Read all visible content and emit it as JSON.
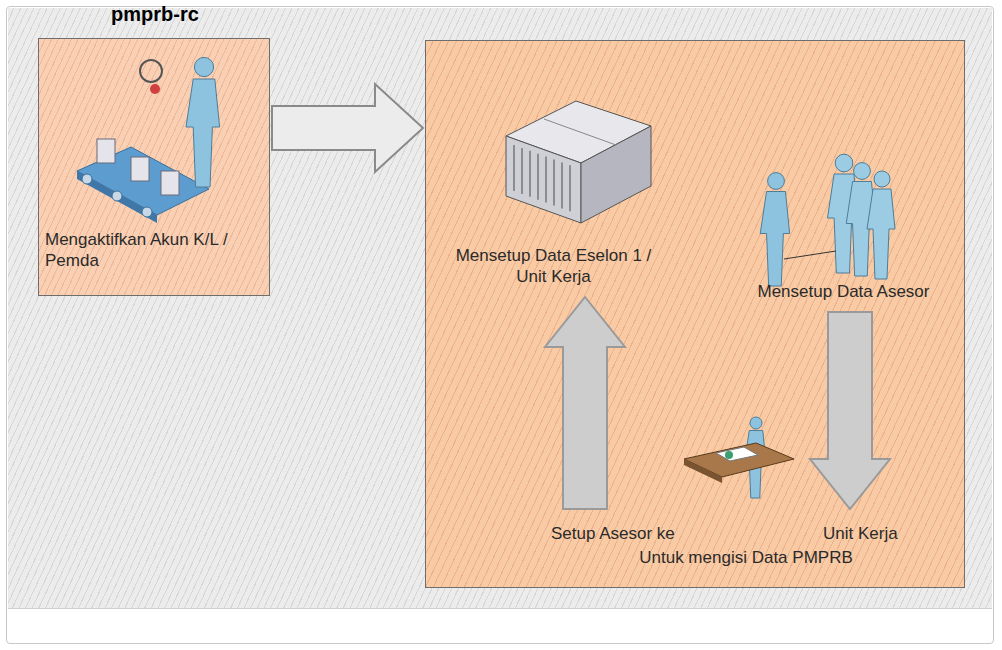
{
  "diagram": {
    "nodes": [
      {
        "text": [
          "pmprb-rc",
          "Mengaktifkan Akun K/L / Pemda"
        ]
      },
      {
        "text": []
      },
      {
        "text": [
          "Mensetup Data Eselon 1 / Unit Kerja"
        ],
        "in": 1
      },
      {
        "text": [
          "Mensetup Data Asesor"
        ],
        "in": 1
      },
      {
        "text": [
          "Setup Asesor ke",
          "Unit Kerja",
          "Untuk mengisi Data PMPRB"
        ],
        "in": 1
      }
    ],
    "edges": [
      {
        "from": 0,
        "to": 1,
        "arrow": "to"
      },
      {
        "from": 3,
        "to": 4,
        "arrow": "to"
      },
      {
        "from": 4,
        "to": 2,
        "arrow": "to"
      }
    ]
  }
}
